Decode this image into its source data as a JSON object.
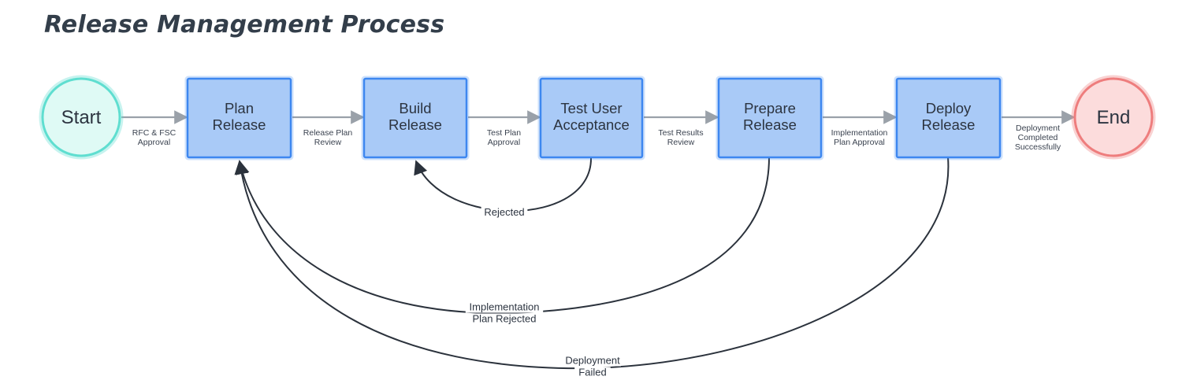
{
  "title": "Release Management Process",
  "colors": {
    "process_fill": "#a9caf7",
    "process_stroke": "#3d87f0",
    "start_fill": "#dffaf5",
    "start_stroke": "#5fded0",
    "end_fill": "#fcdcdc",
    "end_stroke": "#ee7d7d",
    "arrow": "#9aa1a9",
    "loop": "#2b323c"
  },
  "terminals": {
    "start": "Start",
    "end": "End"
  },
  "steps": [
    {
      "id": "plan",
      "lines": [
        "Plan",
        "Release"
      ]
    },
    {
      "id": "build",
      "lines": [
        "Build",
        "Release"
      ]
    },
    {
      "id": "test",
      "lines": [
        "Test User",
        "Acceptance"
      ]
    },
    {
      "id": "prepare",
      "lines": [
        "Prepare",
        "Release"
      ]
    },
    {
      "id": "deploy",
      "lines": [
        "Deploy",
        "Release"
      ]
    }
  ],
  "transitions": [
    {
      "from": "start",
      "to": "plan",
      "lines": [
        "RFC & FSC",
        "Approval"
      ]
    },
    {
      "from": "plan",
      "to": "build",
      "lines": [
        "Release Plan",
        "Review"
      ]
    },
    {
      "from": "build",
      "to": "test",
      "lines": [
        "Test Plan",
        "Approval"
      ]
    },
    {
      "from": "test",
      "to": "prepare",
      "lines": [
        "Test Results",
        "Review"
      ]
    },
    {
      "from": "prepare",
      "to": "deploy",
      "lines": [
        "Implementation",
        "Plan Approval"
      ]
    },
    {
      "from": "deploy",
      "to": "end",
      "lines": [
        "Deployment",
        "Completed",
        "Successfully"
      ]
    }
  ],
  "loops": [
    {
      "from": "test",
      "to": "build",
      "lines": [
        "Rejected"
      ]
    },
    {
      "from": "prepare",
      "to": "plan",
      "lines": [
        "Implementation",
        "Plan Rejected"
      ]
    },
    {
      "from": "deploy",
      "to": "plan",
      "lines": [
        "Deployment",
        "Failed"
      ]
    }
  ]
}
